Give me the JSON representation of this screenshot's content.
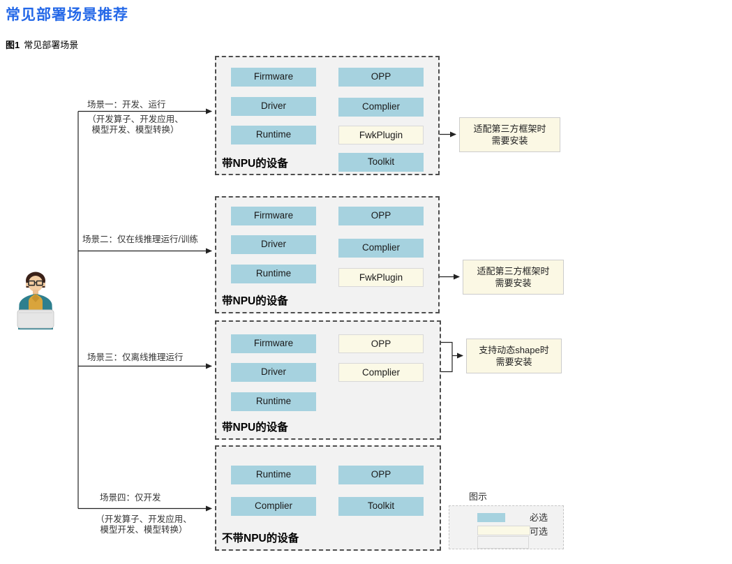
{
  "page": {
    "title": "常见部署场景推荐",
    "figure_label": "图1",
    "figure_caption": "常见部署场景"
  },
  "colors": {
    "title_accent": "#2468e8",
    "required_fill": "#a6d2df",
    "optional_fill": "#fbf9e6",
    "device_fill": "#f2f2f2",
    "note_fill": "#fbf8e4",
    "line": "#222222"
  },
  "scenarios": [
    {
      "label": "场景一：开发、运行",
      "sub_line1": "（开发算子、开发应用、",
      "sub_line2": "模型开发、模型转换）"
    },
    {
      "label": "场景二：仅在线推理运行/训练"
    },
    {
      "label": "场景三：仅离线推理运行"
    },
    {
      "label": "场景四：仅开发",
      "sub_line1": "（开发算子、开发应用、",
      "sub_line2": "模型开发、模型转换）"
    }
  ],
  "devices": [
    {
      "name": "带NPU的设备",
      "left": [
        {
          "label": "Firmware",
          "type": "required"
        },
        {
          "label": "Driver",
          "type": "required"
        },
        {
          "label": "Runtime",
          "type": "required"
        }
      ],
      "right": [
        {
          "label": "OPP",
          "type": "required"
        },
        {
          "label": "Complier",
          "type": "required"
        },
        {
          "label": "FwkPlugin",
          "type": "optional"
        },
        {
          "label": "Toolkit",
          "type": "required"
        }
      ]
    },
    {
      "name": "带NPU的设备",
      "left": [
        {
          "label": "Firmware",
          "type": "required"
        },
        {
          "label": "Driver",
          "type": "required"
        },
        {
          "label": "Runtime",
          "type": "required"
        }
      ],
      "right": [
        {
          "label": "OPP",
          "type": "required"
        },
        {
          "label": "Complier",
          "type": "required"
        },
        {
          "label": "FwkPlugin",
          "type": "optional"
        }
      ]
    },
    {
      "name": "带NPU的设备",
      "left": [
        {
          "label": "Firmware",
          "type": "required"
        },
        {
          "label": "Driver",
          "type": "required"
        },
        {
          "label": "Runtime",
          "type": "required"
        }
      ],
      "right": [
        {
          "label": "OPP",
          "type": "optional"
        },
        {
          "label": "Complier",
          "type": "optional"
        }
      ]
    },
    {
      "name": "不带NPU的设备",
      "left": [
        {
          "label": "Runtime",
          "type": "required"
        },
        {
          "label": "Complier",
          "type": "required"
        }
      ],
      "right": [
        {
          "label": "OPP",
          "type": "required"
        },
        {
          "label": "Toolkit",
          "type": "required"
        }
      ]
    }
  ],
  "notes": [
    {
      "line1": "适配第三方框架时",
      "line2": "需要安装"
    },
    {
      "line1": "适配第三方框架时",
      "line2": "需要安装"
    },
    {
      "line1": "支持动态shape时",
      "line2": "需要安装"
    }
  ],
  "legend": {
    "title": "图示",
    "items": [
      {
        "label": "必选",
        "type": "required"
      },
      {
        "label": "可选",
        "type": "optional"
      }
    ]
  },
  "icons": {
    "person": "developer-with-laptop-icon"
  }
}
